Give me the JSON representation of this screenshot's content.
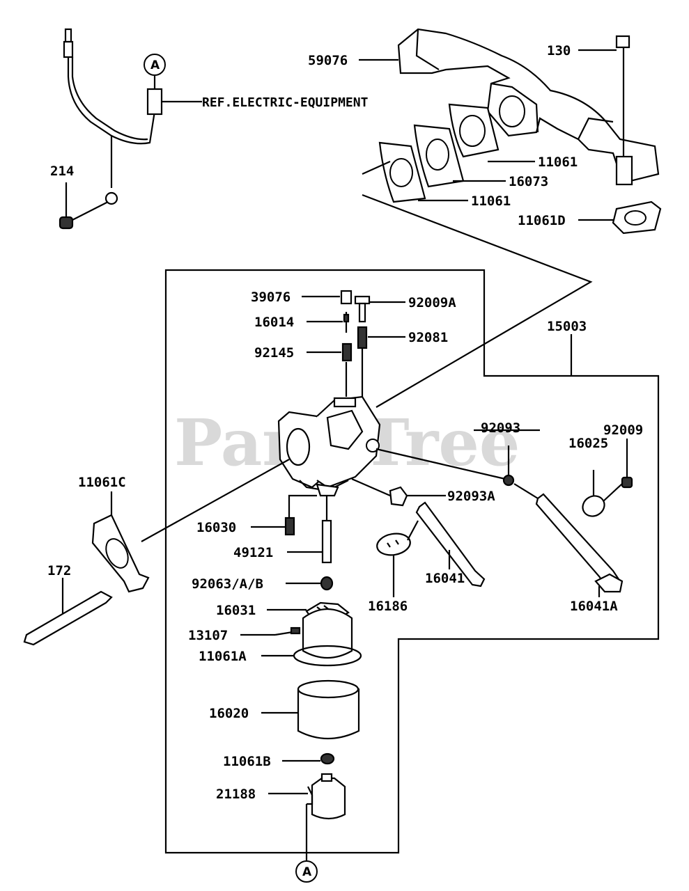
{
  "watermark": "PartsTree",
  "ref_circle": "A",
  "ref_text": "REF.ELECTRIC-EQUIPMENT",
  "labels": {
    "p59076": "59076",
    "p130": "130",
    "p214": "214",
    "p11061_a": "11061",
    "p16073": "16073",
    "p11061_b": "11061",
    "p11061D": "11061D",
    "p39076": "39076",
    "p92009A": "92009A",
    "p16014": "16014",
    "p92081": "92081",
    "p92145": "92145",
    "p15003": "15003",
    "p92093": "92093",
    "p92009": "92009",
    "p16025": "16025",
    "p11061C": "11061C",
    "p16030": "16030",
    "p92093A": "92093A",
    "p49121": "49121",
    "p172": "172",
    "p92063": "92063/A/B",
    "p16041": "16041",
    "p16186": "16186",
    "p16041A": "16041A",
    "p16031": "16031",
    "p13107": "13107",
    "p11061A": "11061A",
    "p16020": "16020",
    "p11061B": "11061B",
    "p21188": "21188"
  }
}
